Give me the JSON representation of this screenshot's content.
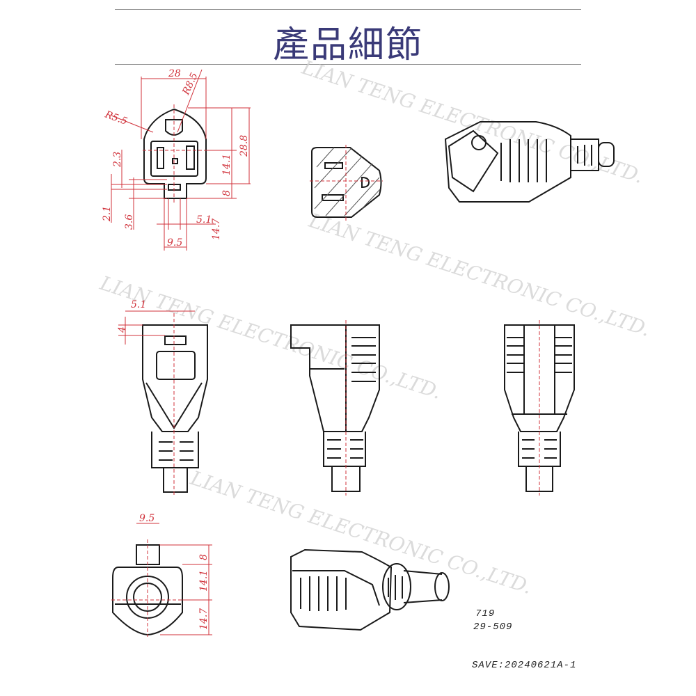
{
  "header": {
    "title": "產品細節"
  },
  "watermark": {
    "text": "LIAN TENG ELECTRONIC CO.,LTD."
  },
  "front_view_dims": {
    "width": "28",
    "radius_top": "R8.5",
    "radius_side": "R5.5",
    "upper": "14.7",
    "middle": "14.1",
    "total": "28.8",
    "lower": "8",
    "slot_h": "2.3",
    "tab_offset": "2.1",
    "tab_h": "3.6",
    "tab_w": "5.1",
    "neck_w": "9.5"
  },
  "side_view_dims": {
    "tab_w": "5.1",
    "tab_depth": "4"
  },
  "bottom_view_dims": {
    "neck_w": "9.5",
    "lower": "8",
    "middle": "14.1",
    "upper": "14.7"
  },
  "notes": {
    "line1": "719",
    "line2": "29-509",
    "save": "SAVE:20240621A-1"
  },
  "colors": {
    "title": "#3a3a78",
    "dimension": "#d0313a",
    "line": "#1a1a1a"
  }
}
